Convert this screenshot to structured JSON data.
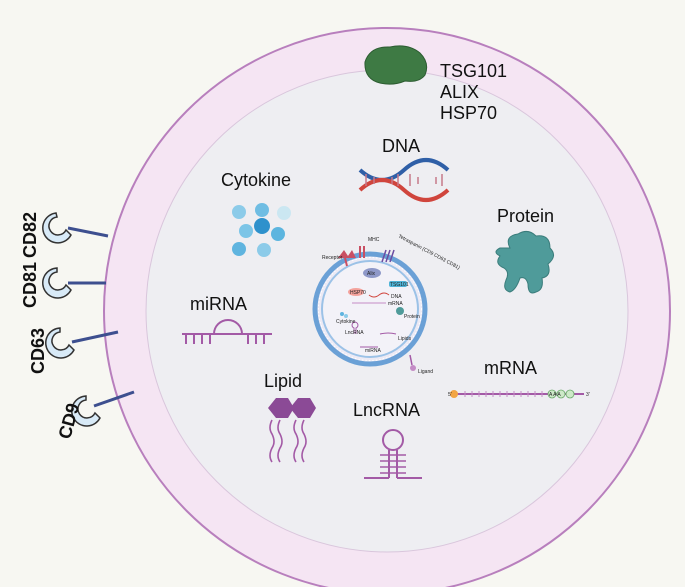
{
  "membrane_markers": [
    "CD82",
    "CD81",
    "CD63",
    "CD9"
  ],
  "luminal_proteins": [
    "TSG101",
    "ALIX",
    "HSP70"
  ],
  "cargo": {
    "dna": "DNA",
    "cytokine": "Cytokine",
    "protein": "Protein",
    "mirna": "miRNA",
    "mrna": "mRNA",
    "lipid": "Lipid",
    "lncrna": "LncRNA"
  },
  "mini": {
    "receptor": "Receptor",
    "mhc": "MHC",
    "tetraspanin": "Tetraspanin (CD9 CD63 CD81)",
    "alix": "Alix",
    "tsg101": "TSG101",
    "hsp70": "HSP70",
    "dna": "DNA",
    "mrna": "mRNA",
    "cytokine": "Cytokine",
    "protein": "Protein",
    "lncrna": "LncRNA",
    "lipids": "Lipids",
    "mirna": "miRNA",
    "ligand": "Ligand"
  },
  "mrna_marks": {
    "cap": "5'",
    "polyA": "A A A",
    "tail": "3'"
  },
  "colors": {
    "outer_ring": "#f5e5f3",
    "inner": "#eeeef2",
    "outline": "#b87fbd",
    "accent": "#a35aa6",
    "teal": "#4f9b9a",
    "green": "#3e7a44"
  }
}
